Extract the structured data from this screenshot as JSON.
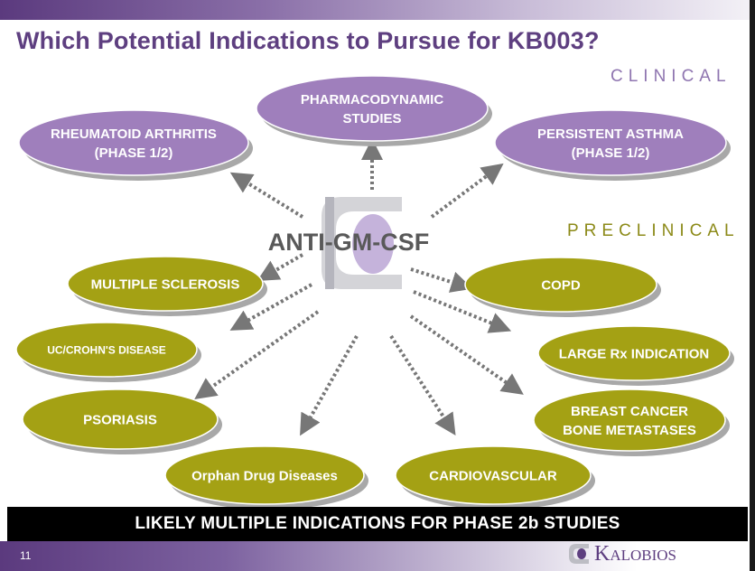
{
  "slide": {
    "title": "Which Potential Indications to Pursue for KB003?",
    "clinical_label": "CLINICAL",
    "preclinical_label": "PRECLINICAL",
    "center_label": "ANTI-GM-CSF",
    "banner": "LIKELY MULTIPLE INDICATIONS FOR PHASE 2b STUDIES",
    "page_number": "11",
    "logo": {
      "first_letter": "K",
      "rest": "ALOBIOS"
    }
  },
  "colors": {
    "title": "#5e3f80",
    "clinical_node": "#9f7fbc",
    "preclinical_node": "#a4a114",
    "arrow": "#777777",
    "center_text": "#595959"
  },
  "nodes": [
    {
      "id": "pharmacodynamic-studies",
      "group": "clinical",
      "lines": [
        "PHARMACODYNAMIC",
        "STUDIES"
      ]
    },
    {
      "id": "rheumatoid-arthritis",
      "group": "clinical",
      "lines": [
        "RHEUMATOID ARTHRITIS",
        "(PHASE 1/2)"
      ]
    },
    {
      "id": "persistent-asthma",
      "group": "clinical",
      "lines": [
        "PERSISTENT ASTHMA",
        "(PHASE 1/2)"
      ]
    },
    {
      "id": "multiple-sclerosis",
      "group": "preclinical",
      "lines": [
        "MULTIPLE SCLEROSIS"
      ]
    },
    {
      "id": "uc-crohns-disease",
      "group": "preclinical",
      "lines": [
        "UC/CROHN'S DISEASE"
      ]
    },
    {
      "id": "psoriasis",
      "group": "preclinical",
      "lines": [
        "PSORIASIS"
      ]
    },
    {
      "id": "orphan-drug-diseases",
      "group": "preclinical",
      "lines": [
        "Orphan Drug Diseases"
      ]
    },
    {
      "id": "cardiovascular",
      "group": "preclinical",
      "lines": [
        "CARDIOVASCULAR"
      ]
    },
    {
      "id": "copd",
      "group": "preclinical",
      "lines": [
        "COPD"
      ]
    },
    {
      "id": "large-rx-indication",
      "group": "preclinical",
      "lines": [
        "LARGE Rx INDICATION"
      ]
    },
    {
      "id": "breast-cancer-bone-metastases",
      "group": "preclinical",
      "lines": [
        "BREAST CANCER",
        "BONE METASTASES"
      ]
    }
  ]
}
